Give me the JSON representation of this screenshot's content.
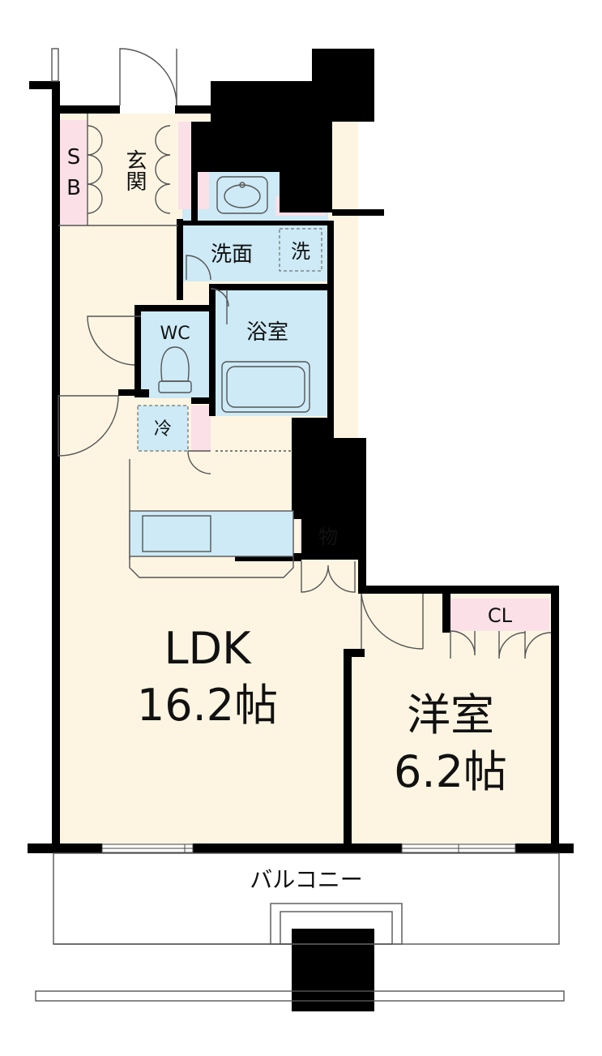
{
  "rooms": {
    "ldk": {
      "name": "LDK",
      "size": "16.2帖"
    },
    "western": {
      "name": "洋室",
      "size": "6.2帖"
    },
    "entrance": "玄関",
    "shoe_box": [
      "S",
      "B"
    ],
    "washroom": "洗面",
    "washer": "洗",
    "bathroom": "浴室",
    "wc": "WC",
    "fridge": "冷",
    "storage": "物",
    "closet": "CL",
    "balcony": "バルコニー"
  },
  "colors": {
    "floor": "#fdf5e2",
    "wet": "#cdeaf6",
    "storage": "#fbe0e8",
    "wall": "#000000",
    "line": "#555555"
  }
}
